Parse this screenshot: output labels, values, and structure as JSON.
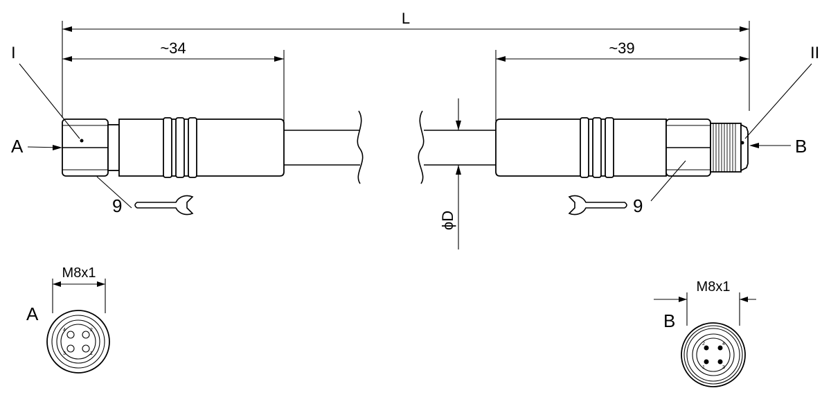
{
  "dimensions": {
    "overall_length": "L",
    "left_length": "~34",
    "right_length": "~39",
    "diameter": "ϕD",
    "thread_left": "M8x1",
    "thread_right": "M8x1"
  },
  "labels": {
    "end_left": "I",
    "end_right": "II",
    "view_a": "A",
    "view_b": "B",
    "view_a_front": "A",
    "view_b_front": "B",
    "wrench_left": "9",
    "wrench_right": "9"
  },
  "pins": {
    "female": [
      "1",
      "2",
      "3",
      "4"
    ],
    "male": [
      "1",
      "2",
      "3",
      "4"
    ]
  }
}
